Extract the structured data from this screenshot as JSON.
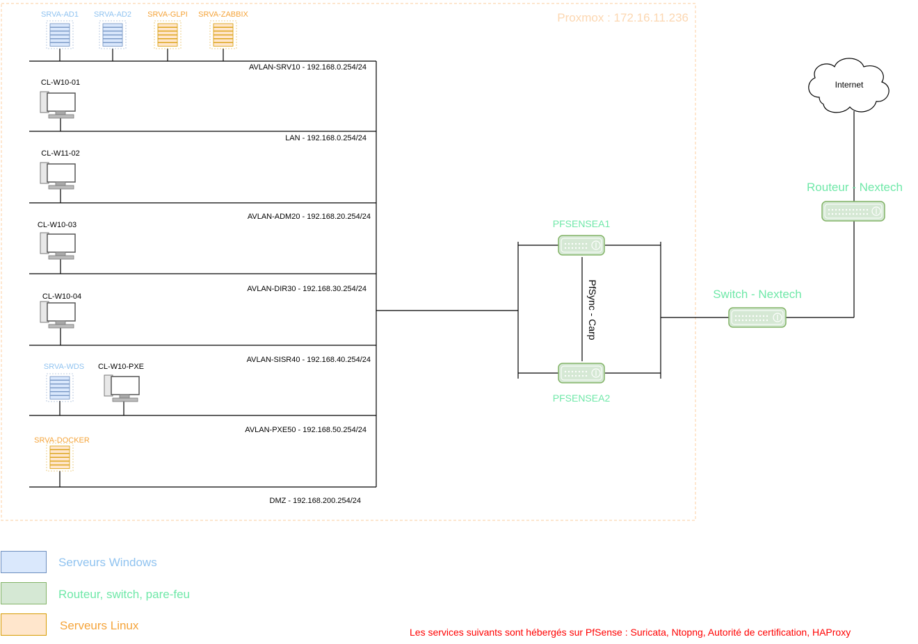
{
  "colors": {
    "windows": "#90c3f0",
    "windows_dark": "#6c8ebf",
    "network": "#6fe8a8",
    "network_dark": "#82b366",
    "linux": "#f5a43a",
    "linux_dark": "#d79b00",
    "proxmox_border": "#fcd7b1",
    "note": "#ff0000"
  },
  "proxmox": {
    "label": "Proxmox : 172.16.11.236"
  },
  "vlans": [
    {
      "label": "AVLAN-SRV10 - 192.168.0.254/24"
    },
    {
      "label": "LAN - 192.168.0.254/24"
    },
    {
      "label": "AVLAN-ADM20 - 192.168.20.254/24"
    },
    {
      "label": "AVLAN-DIR30 - 192.168.30.254/24"
    },
    {
      "label": "AVLAN-SISR40 - 192.168.40.254/24"
    },
    {
      "label": "AVLAN-PXE50 - 192.168.50.254/24"
    },
    {
      "label": "DMZ - 192.168.200.254/24"
    }
  ],
  "servers": [
    {
      "name": "SRVA-AD1",
      "os": "windows",
      "icon": "server-icon"
    },
    {
      "name": "SRVA-AD2",
      "os": "windows",
      "icon": "server-icon"
    },
    {
      "name": "SRVA-GLPI",
      "os": "linux",
      "icon": "server-icon"
    },
    {
      "name": "SRVA-ZABBIX",
      "os": "linux",
      "icon": "server-icon"
    },
    {
      "name": "SRVA-WDS",
      "os": "windows",
      "icon": "server-icon"
    },
    {
      "name": "SRVA-DOCKER",
      "os": "linux",
      "icon": "server-icon"
    }
  ],
  "clients": [
    {
      "name": "CL-W10-01",
      "icon": "desktop-pc-icon"
    },
    {
      "name": "CL-W11-02",
      "icon": "desktop-pc-icon"
    },
    {
      "name": "CL-W10-03",
      "icon": "desktop-pc-icon"
    },
    {
      "name": "CL-W10-04",
      "icon": "desktop-pc-icon"
    },
    {
      "name": "CL-W10-PXE",
      "icon": "desktop-pc-icon"
    }
  ],
  "firewalls": [
    {
      "name": "PFSENSEA1",
      "icon": "firewall-icon"
    },
    {
      "name": "PFSENSEA2",
      "icon": "firewall-icon"
    }
  ],
  "pfsync_label": "PfSync - Carp",
  "switch": {
    "name": "Switch - Nextech",
    "icon": "switch-icon"
  },
  "router": {
    "name": "Routeur - Nextech",
    "icon": "router-icon"
  },
  "internet": {
    "name": "Internet",
    "icon": "cloud-icon"
  },
  "legend": [
    {
      "label": "Serveurs Windows",
      "color": "#dae8fc",
      "border": "#6c8ebf",
      "text_color": "#90c3f0"
    },
    {
      "label": "Routeur, switch, pare-feu",
      "color": "#d5e8d4",
      "border": "#82b366",
      "text_color": "#6fe8a8"
    },
    {
      "label": "Serveurs Linux",
      "color": "#ffe6cc",
      "border": "#d79b00",
      "text_color": "#f5a43a"
    }
  ],
  "note": "Les services suivants sont hébergés sur PfSense : Suricata, Ntopng, Autorité de certification, HAProxy"
}
